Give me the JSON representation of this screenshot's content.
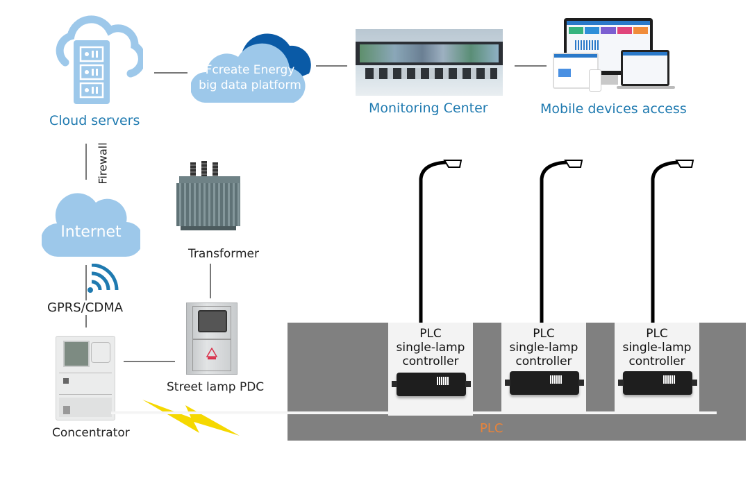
{
  "title": "Smart street lighting PLC system topology",
  "nodes": {
    "cloud_servers": {
      "label": "Cloud servers",
      "icon": "cloud-server-icon"
    },
    "big_data_platform": {
      "label_line1": "Fcreate Energy",
      "label_line2": "big data platform",
      "icon": "cloud-icon"
    },
    "monitoring_center": {
      "label": "Monitoring Center",
      "icon": "monitoring-wall-image"
    },
    "mobile_devices": {
      "label": "Mobile devices access",
      "icon": "devices-image"
    },
    "internet": {
      "label": "Internet",
      "icon": "cloud-icon"
    },
    "transformer": {
      "label": "Transformer",
      "icon": "transformer-image"
    },
    "street_lamp_pdc": {
      "label": "Street lamp PDC",
      "icon": "cabinet-image"
    },
    "concentrator": {
      "label": "Concentrator",
      "icon": "concentrator-image"
    }
  },
  "links": {
    "firewall": "Firewall",
    "gprs": "GPRS/CDMA",
    "plc_bus": "PLC"
  },
  "controllers": [
    {
      "line1": "PLC",
      "line2": "single-lamp",
      "line3": "controller"
    },
    {
      "line1": "PLC",
      "line2": "single-lamp",
      "line3": "controller"
    },
    {
      "line1": "PLC",
      "line2": "single-lamp",
      "line3": "controller"
    }
  ],
  "colors": {
    "primary_blue": "#1f7ab0",
    "cloud_light": "#9dc8ea",
    "cloud_dark": "#0a5aa6",
    "ground_gray": "#808080",
    "plc_orange": "#e8833a",
    "lightning_yellow": "#f5d800"
  }
}
